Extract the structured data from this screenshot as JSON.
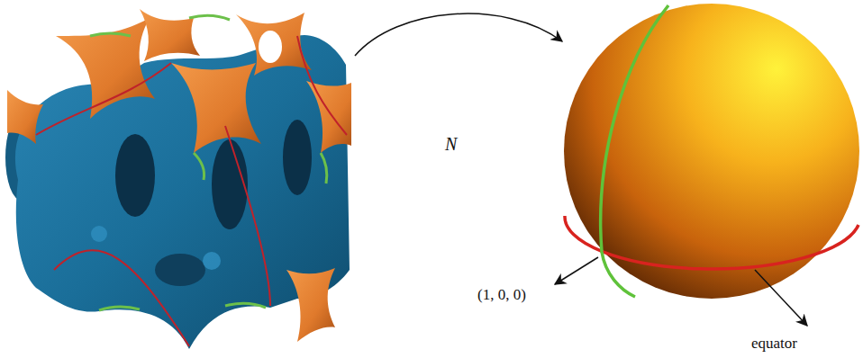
{
  "diagram": {
    "labels": [
      "N",
      "(1, 0, 0)",
      "equator"
    ]
  }
}
